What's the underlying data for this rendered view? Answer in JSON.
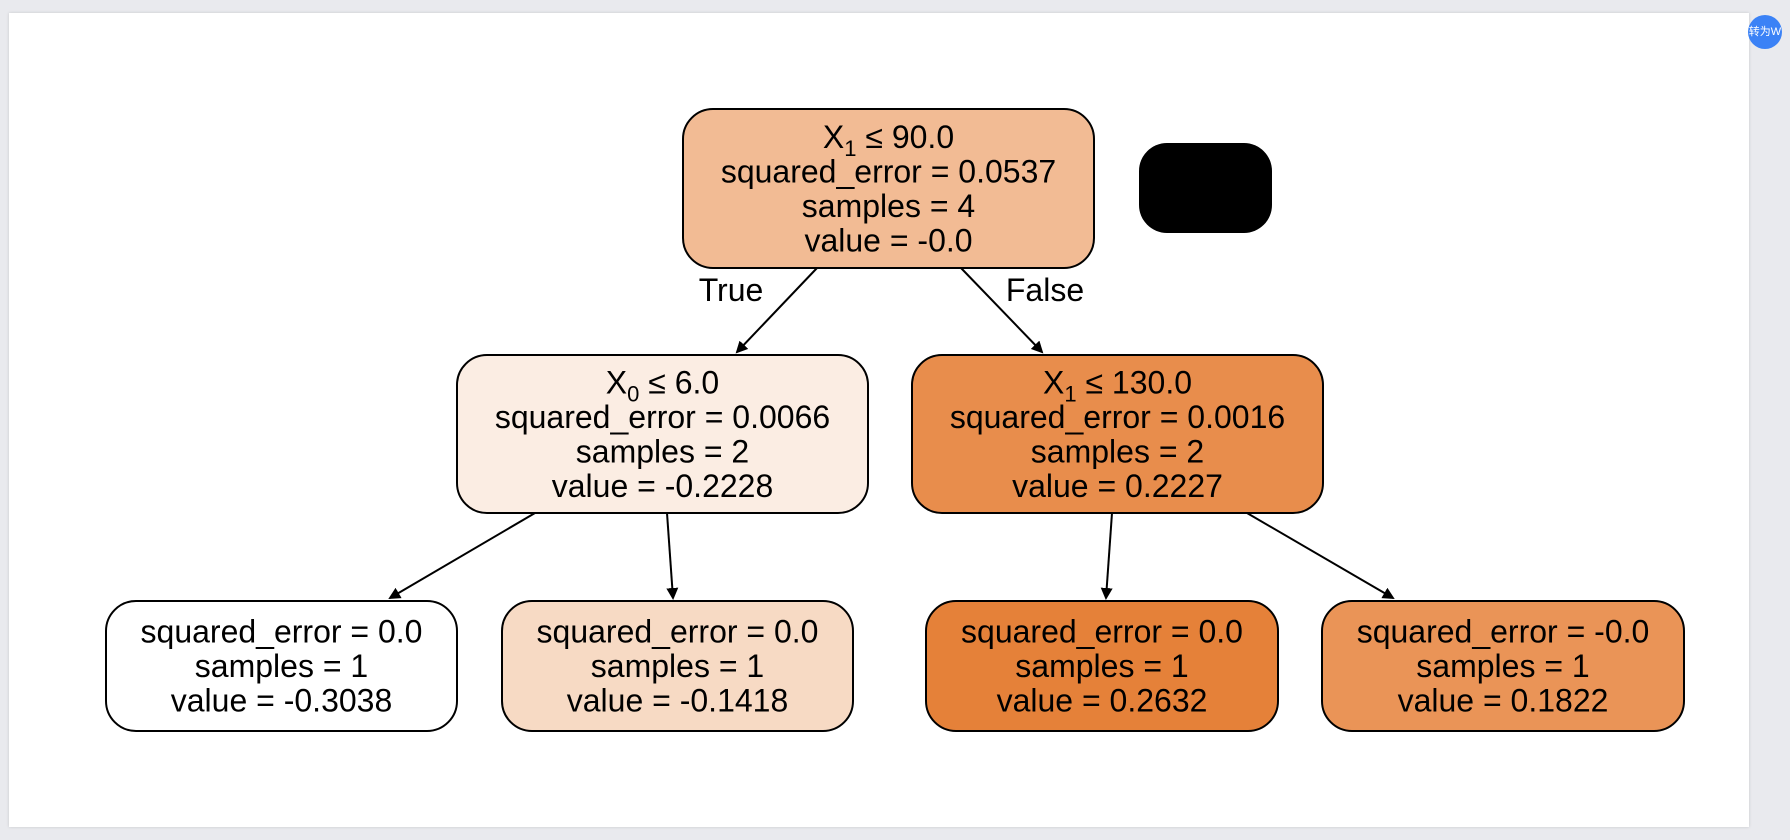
{
  "badge": {
    "label": "转为W"
  },
  "colors": {
    "node_border": "#000000",
    "redacted_box": "#000000",
    "badge": "#3b82f6"
  },
  "tree": {
    "nodes": [
      {
        "id": "root",
        "feature": "X",
        "feature_index": "1",
        "op": "≤",
        "threshold": "90.0",
        "lines": [
          "squared_error = 0.0537",
          "samples = 4",
          "value = -0.0"
        ],
        "fill": "#f2bb94"
      },
      {
        "id": "n1",
        "feature": "X",
        "feature_index": "0",
        "op": "≤",
        "threshold": "6.0",
        "lines": [
          "squared_error = 0.0066",
          "samples = 2",
          "value = -0.2228"
        ],
        "fill": "#fbede3"
      },
      {
        "id": "n2",
        "feature": "X",
        "feature_index": "1",
        "op": "≤",
        "threshold": "130.0",
        "lines": [
          "squared_error = 0.0016",
          "samples = 2",
          "value = 0.2227"
        ],
        "fill": "#e88d4c"
      },
      {
        "id": "leaf1",
        "lines": [
          "squared_error = 0.0",
          "samples = 1",
          "value = -0.3038"
        ],
        "fill": "#ffffff"
      },
      {
        "id": "leaf2",
        "lines": [
          "squared_error = 0.0",
          "samples = 1",
          "value = -0.1418"
        ],
        "fill": "#f7dac4"
      },
      {
        "id": "leaf3",
        "lines": [
          "squared_error = 0.0",
          "samples = 1",
          "value = 0.2632"
        ],
        "fill": "#e58139"
      },
      {
        "id": "leaf4",
        "lines": [
          "squared_error = -0.0",
          "samples = 1",
          "value = 0.1822"
        ],
        "fill": "#ea9457"
      }
    ],
    "edges": [
      {
        "from": "root",
        "to": "n1",
        "label": "True"
      },
      {
        "from": "root",
        "to": "n2",
        "label": "False"
      },
      {
        "from": "n1",
        "to": "leaf1",
        "label": ""
      },
      {
        "from": "n1",
        "to": "leaf2",
        "label": ""
      },
      {
        "from": "n2",
        "to": "leaf3",
        "label": ""
      },
      {
        "from": "n2",
        "to": "leaf4",
        "label": ""
      }
    ]
  }
}
